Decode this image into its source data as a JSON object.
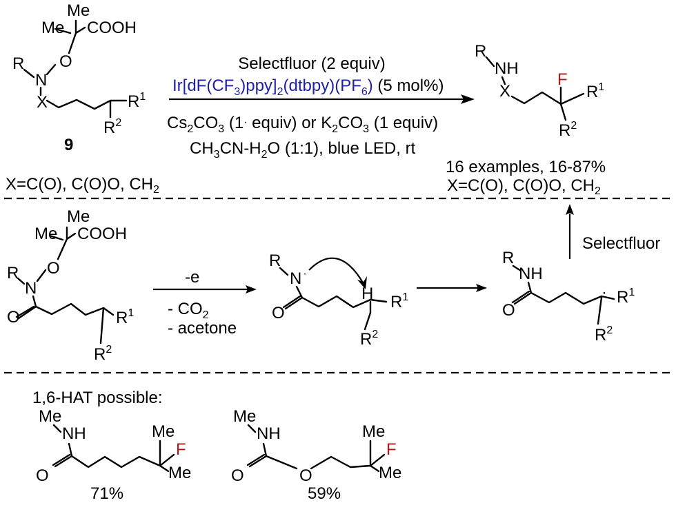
{
  "reaction": {
    "substrate_label": "9",
    "substrate_x_note": "X=C(O), C(O)O, CH",
    "substrate_x_note_sub": "2",
    "cond1_reagent": "Selectfluor (2 equiv)",
    "cond2_catalyst_parts": [
      "Ir[dF(CF",
      "3",
      ")ppy]",
      "2",
      "(dtbpy)(PF",
      "6",
      ")"
    ],
    "cond2_loading": " (5 mol%)",
    "cond3_parts": [
      "Cs",
      "2",
      "CO",
      "3",
      " (1",
      "·",
      " equiv) or K",
      "2",
      "CO",
      "3",
      " (1 equiv)"
    ],
    "cond4_parts": [
      "CH",
      "3",
      "CN-H",
      "2",
      "O (1:1), blue LED, rt"
    ],
    "product_examples": "16 examples, 16-87%",
    "product_x_note": "X=C(O), C(O)O, CH",
    "product_x_note_sub": "2"
  },
  "mechanism": {
    "step1_top": "-e",
    "step1_bottom1": "- CO",
    "step1_bottom1_sub": "2",
    "step1_bottom2": "- acetone",
    "step3_reagent": "Selectfluor"
  },
  "hat": {
    "title": "1,6-HAT possible:",
    "example1_yield": "71%",
    "example2_yield": "59%"
  },
  "atoms": {
    "me": "Me",
    "cooh": "COOH",
    "o": "O",
    "n": "N",
    "nh": "NH",
    "h": "H",
    "r": "R",
    "x": "X",
    "f": "F",
    "r1": "R",
    "r1_sup": "1",
    "r2": "R",
    "r2_sup": "2"
  },
  "colors": {
    "catalyst": "#2020a8",
    "fluorine": "#b0191e"
  }
}
